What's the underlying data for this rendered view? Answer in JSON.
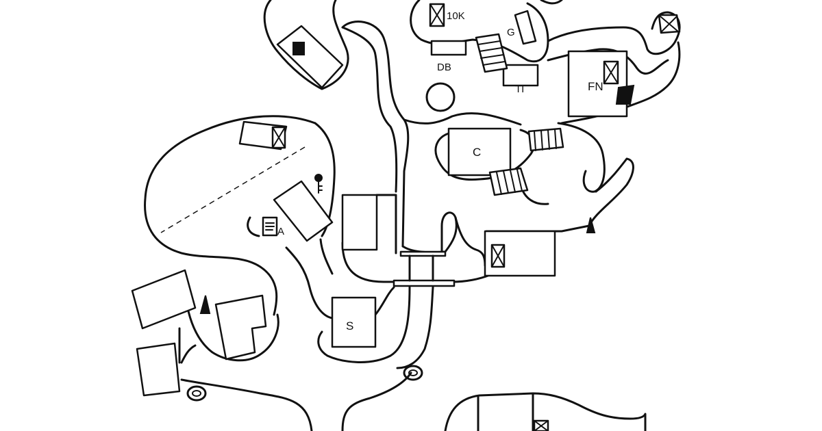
{
  "map": {
    "labels": {
      "ten_k": "10K",
      "g": "G",
      "db": "DB",
      "ti": "TI",
      "fn": "FN",
      "c": "C",
      "a": "A",
      "s": "S"
    },
    "ink_color": "#111111",
    "paper_color": "#ffffff",
    "icons": [
      "crate-icon",
      "solid-block-icon",
      "key-icon",
      "tree-icon",
      "well-icon",
      "staircase-icon",
      "paper-note-icon",
      "bone-icon"
    ]
  }
}
